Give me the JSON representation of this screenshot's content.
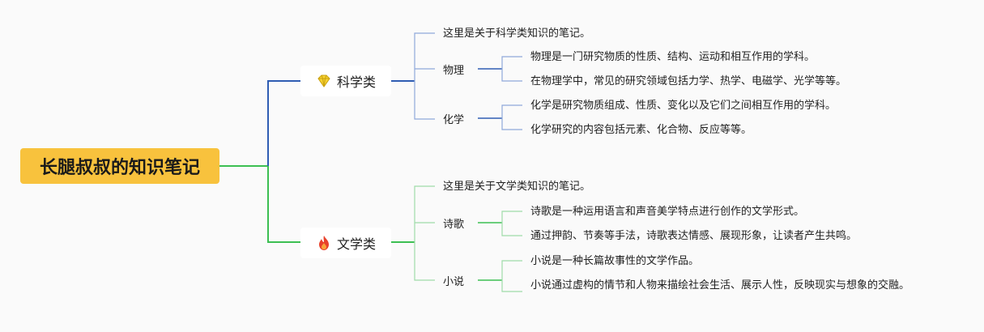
{
  "root": {
    "label": "长腿叔叔的知识笔记"
  },
  "branches": [
    {
      "label": "科学类",
      "icon": "gem-icon",
      "color": "#2f5db3",
      "light": "#8fa9da",
      "intro": "这里是关于科学类知识的笔记。",
      "subs": [
        {
          "label": "物理",
          "items": [
            "物理是一门研究物质的性质、结构、运动和相互作用的学科。",
            "在物理学中，常见的研究领域包括力学、热学、电磁学、光学等等。"
          ]
        },
        {
          "label": "化学",
          "items": [
            "化学是研究物质组成、性质、变化以及它们之间相互作用的学科。",
            "化学研究的内容包括元素、化合物、反应等等。"
          ]
        }
      ]
    },
    {
      "label": "文学类",
      "icon": "fire-icon",
      "color": "#3cbf52",
      "light": "#9fdca9",
      "intro": "这里是关于文学类知识的笔记。",
      "subs": [
        {
          "label": "诗歌",
          "items": [
            "诗歌是一种运用语言和声音美学特点进行创作的文学形式。",
            "通过押韵、节奏等手法，诗歌表达情感、展现形象，让读者产生共鸣。"
          ]
        },
        {
          "label": "小说",
          "items": [
            "小说是一种长篇故事性的文学作品。",
            "小说通过虚构的情节和人物来描绘社会生活、展示人性，反映现实与想象的交融。"
          ]
        }
      ]
    }
  ]
}
